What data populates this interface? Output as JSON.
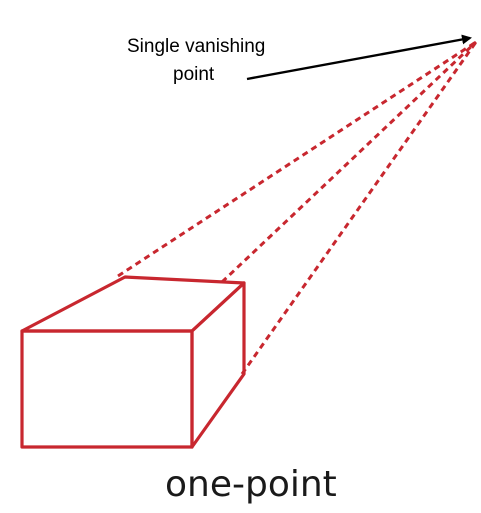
{
  "annotation": {
    "line1": "Single vanishing",
    "line2": "point"
  },
  "caption": "one-point",
  "colors": {
    "box": "#c8272f",
    "guides": "#c8272f",
    "arrow": "#000000",
    "text": "#000000",
    "background": "#ffffff"
  }
}
